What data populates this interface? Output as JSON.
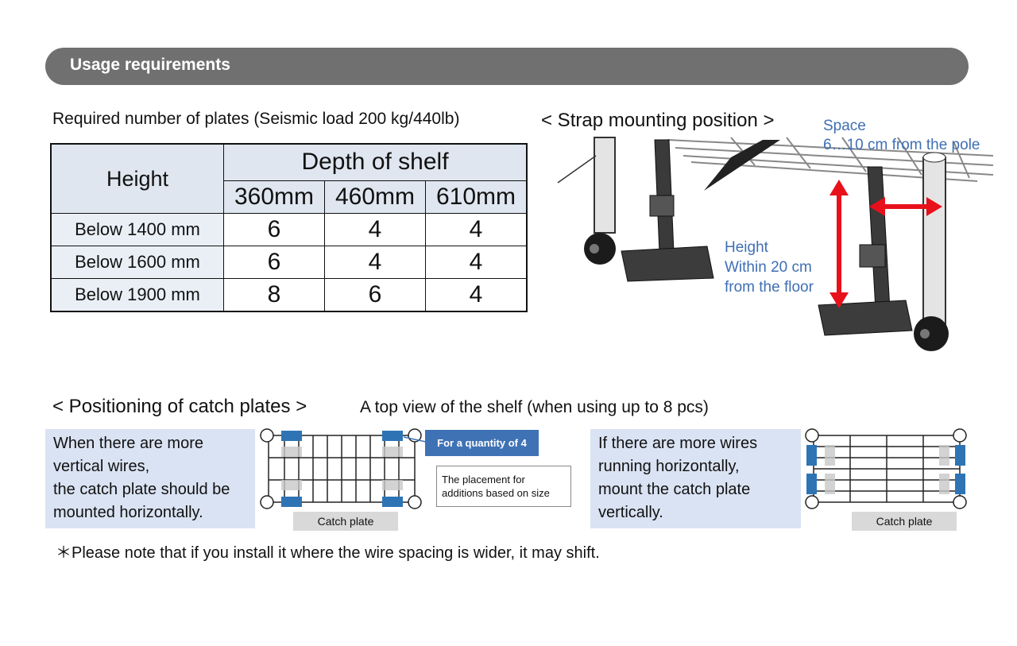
{
  "header": {
    "title": "Usage requirements"
  },
  "plates_table": {
    "caption": "Required number of plates  (Seismic load 200 kg/440lb)",
    "height_header": "Height",
    "depth_header": "Depth of shelf",
    "depth_columns": [
      "360mm",
      "460mm",
      "610mm"
    ],
    "rows": [
      {
        "label": "Below 1400 mm",
        "values": [
          "6",
          "4",
          "4"
        ]
      },
      {
        "label": "Below 1600 mm",
        "values": [
          "6",
          "4",
          "4"
        ]
      },
      {
        "label": "Below 1900 mm",
        "values": [
          "8",
          "6",
          "4"
        ]
      }
    ]
  },
  "strap": {
    "heading": "< Strap mounting position >",
    "space_label": "Space",
    "space_value": "6…10 cm from the pole",
    "height_lines": [
      "Height",
      "Within 20 cm",
      "from the floor"
    ]
  },
  "positioning": {
    "heading": "< Positioning of catch plates >",
    "top_view_caption": "A top view of the shelf (when using up to 8 pcs)",
    "left_note_lines": [
      "When there are more",
      "vertical wires,",
      "the catch plate should be",
      "mounted horizontally."
    ],
    "right_note_lines": [
      "If there are more wires",
      "running horizontally,",
      "mount the catch plate",
      "vertically."
    ],
    "callout_quantity": "For a quantity of 4",
    "callout_placement_lines": [
      "The placement for",
      "additions based on size"
    ],
    "catch_plate_label": "Catch plate"
  },
  "footnote": "＊Please note that if you install it where the wire spacing is wider, it may shift.",
  "colors": {
    "header_bar": "#707070",
    "accent_blue": "#3f72b5",
    "note_bg": "#dae3f3",
    "arrow_red": "#e8101a",
    "label_blue": "#3f6fb4"
  }
}
